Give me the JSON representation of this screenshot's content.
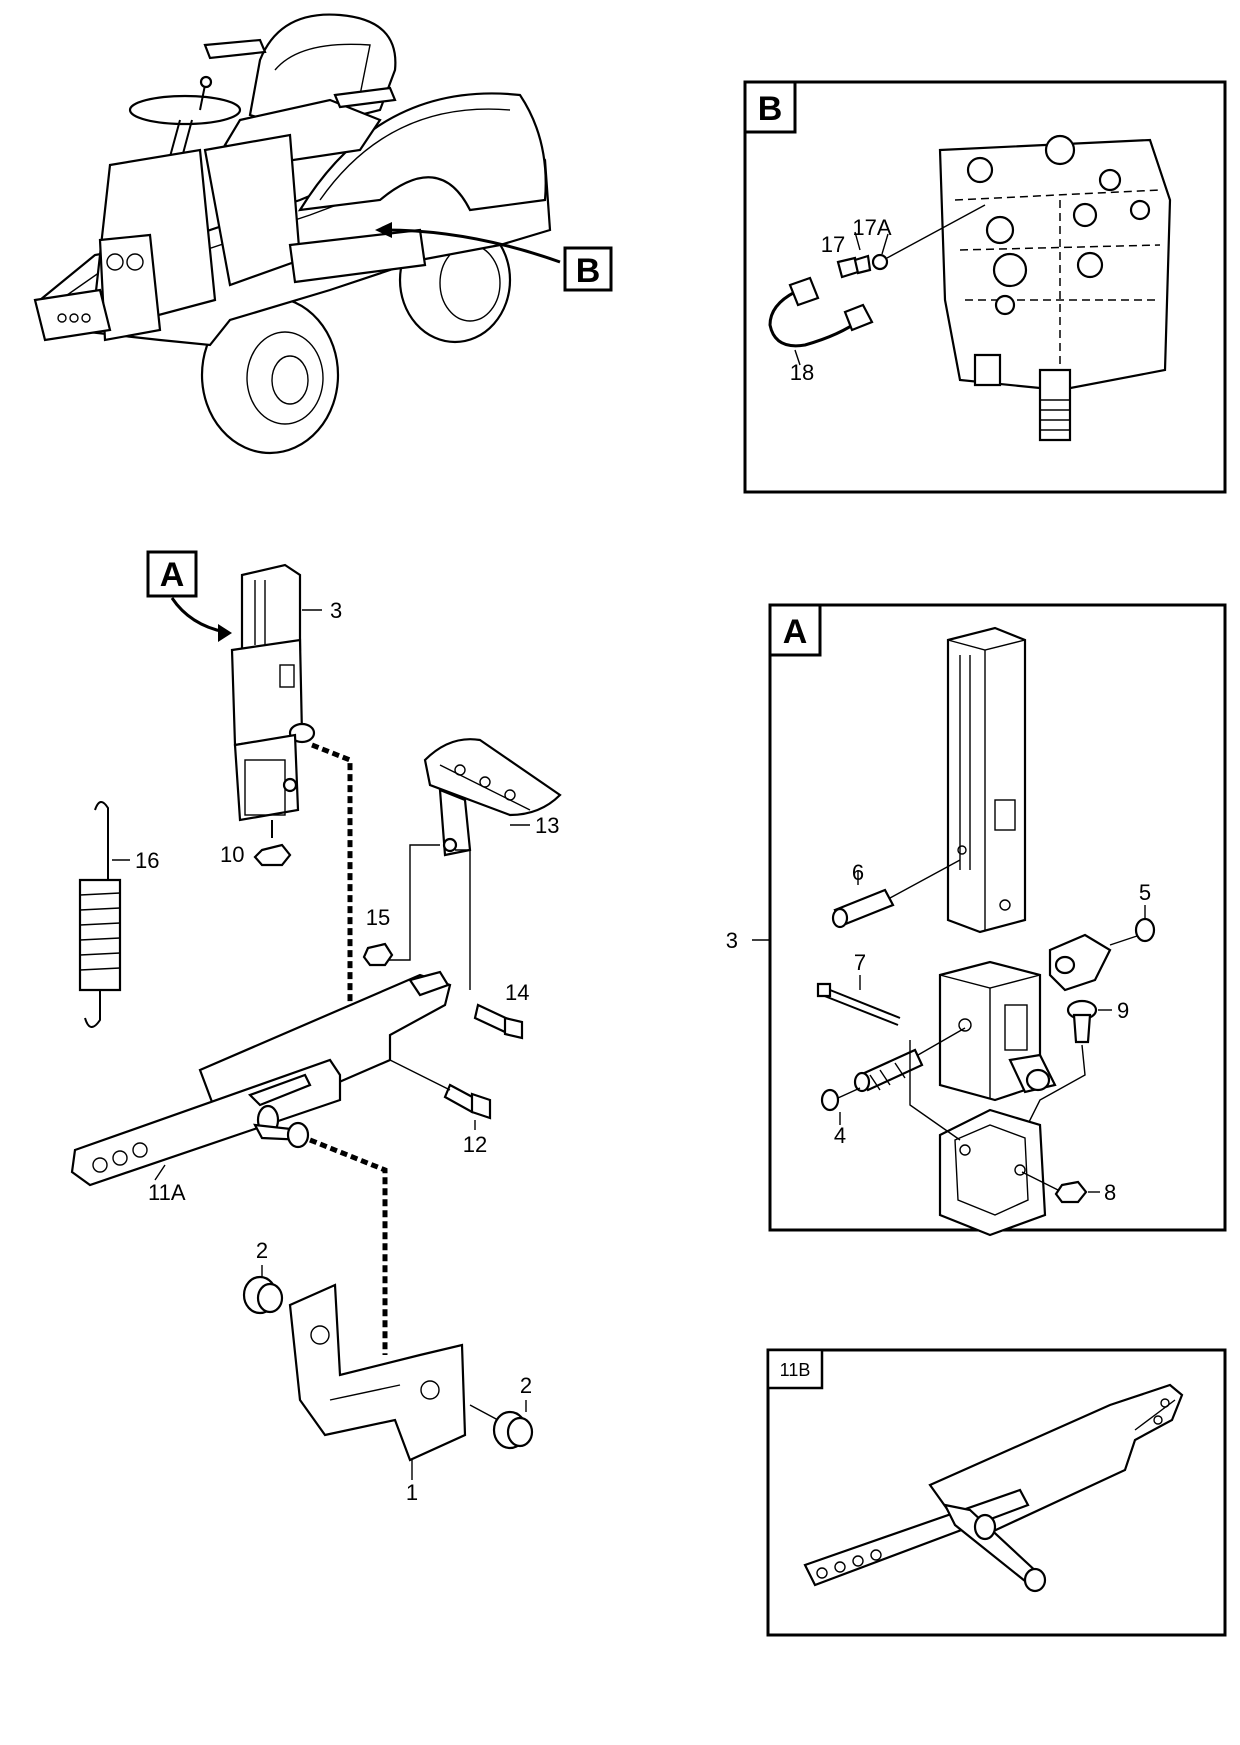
{
  "callouts": {
    "tractor_ref_B": "B",
    "detail_B_tag": "B",
    "main_ref_A": "A",
    "detail_A_tag": "A",
    "detail_11B_tag": "11B"
  },
  "detail_B_labels": {
    "p17": "17",
    "p17a": "17A",
    "p18": "18"
  },
  "main_labels": {
    "p1": "1",
    "p2a": "2",
    "p2b": "2",
    "p3": "3",
    "p10": "10",
    "p11a": "11A",
    "p12": "12",
    "p13": "13",
    "p14": "14",
    "p15": "15",
    "p16": "16"
  },
  "detail_A_labels": {
    "p3": "3",
    "p4": "4",
    "p5": "5",
    "p6": "6",
    "p7": "7",
    "p8": "8",
    "p9": "9"
  }
}
